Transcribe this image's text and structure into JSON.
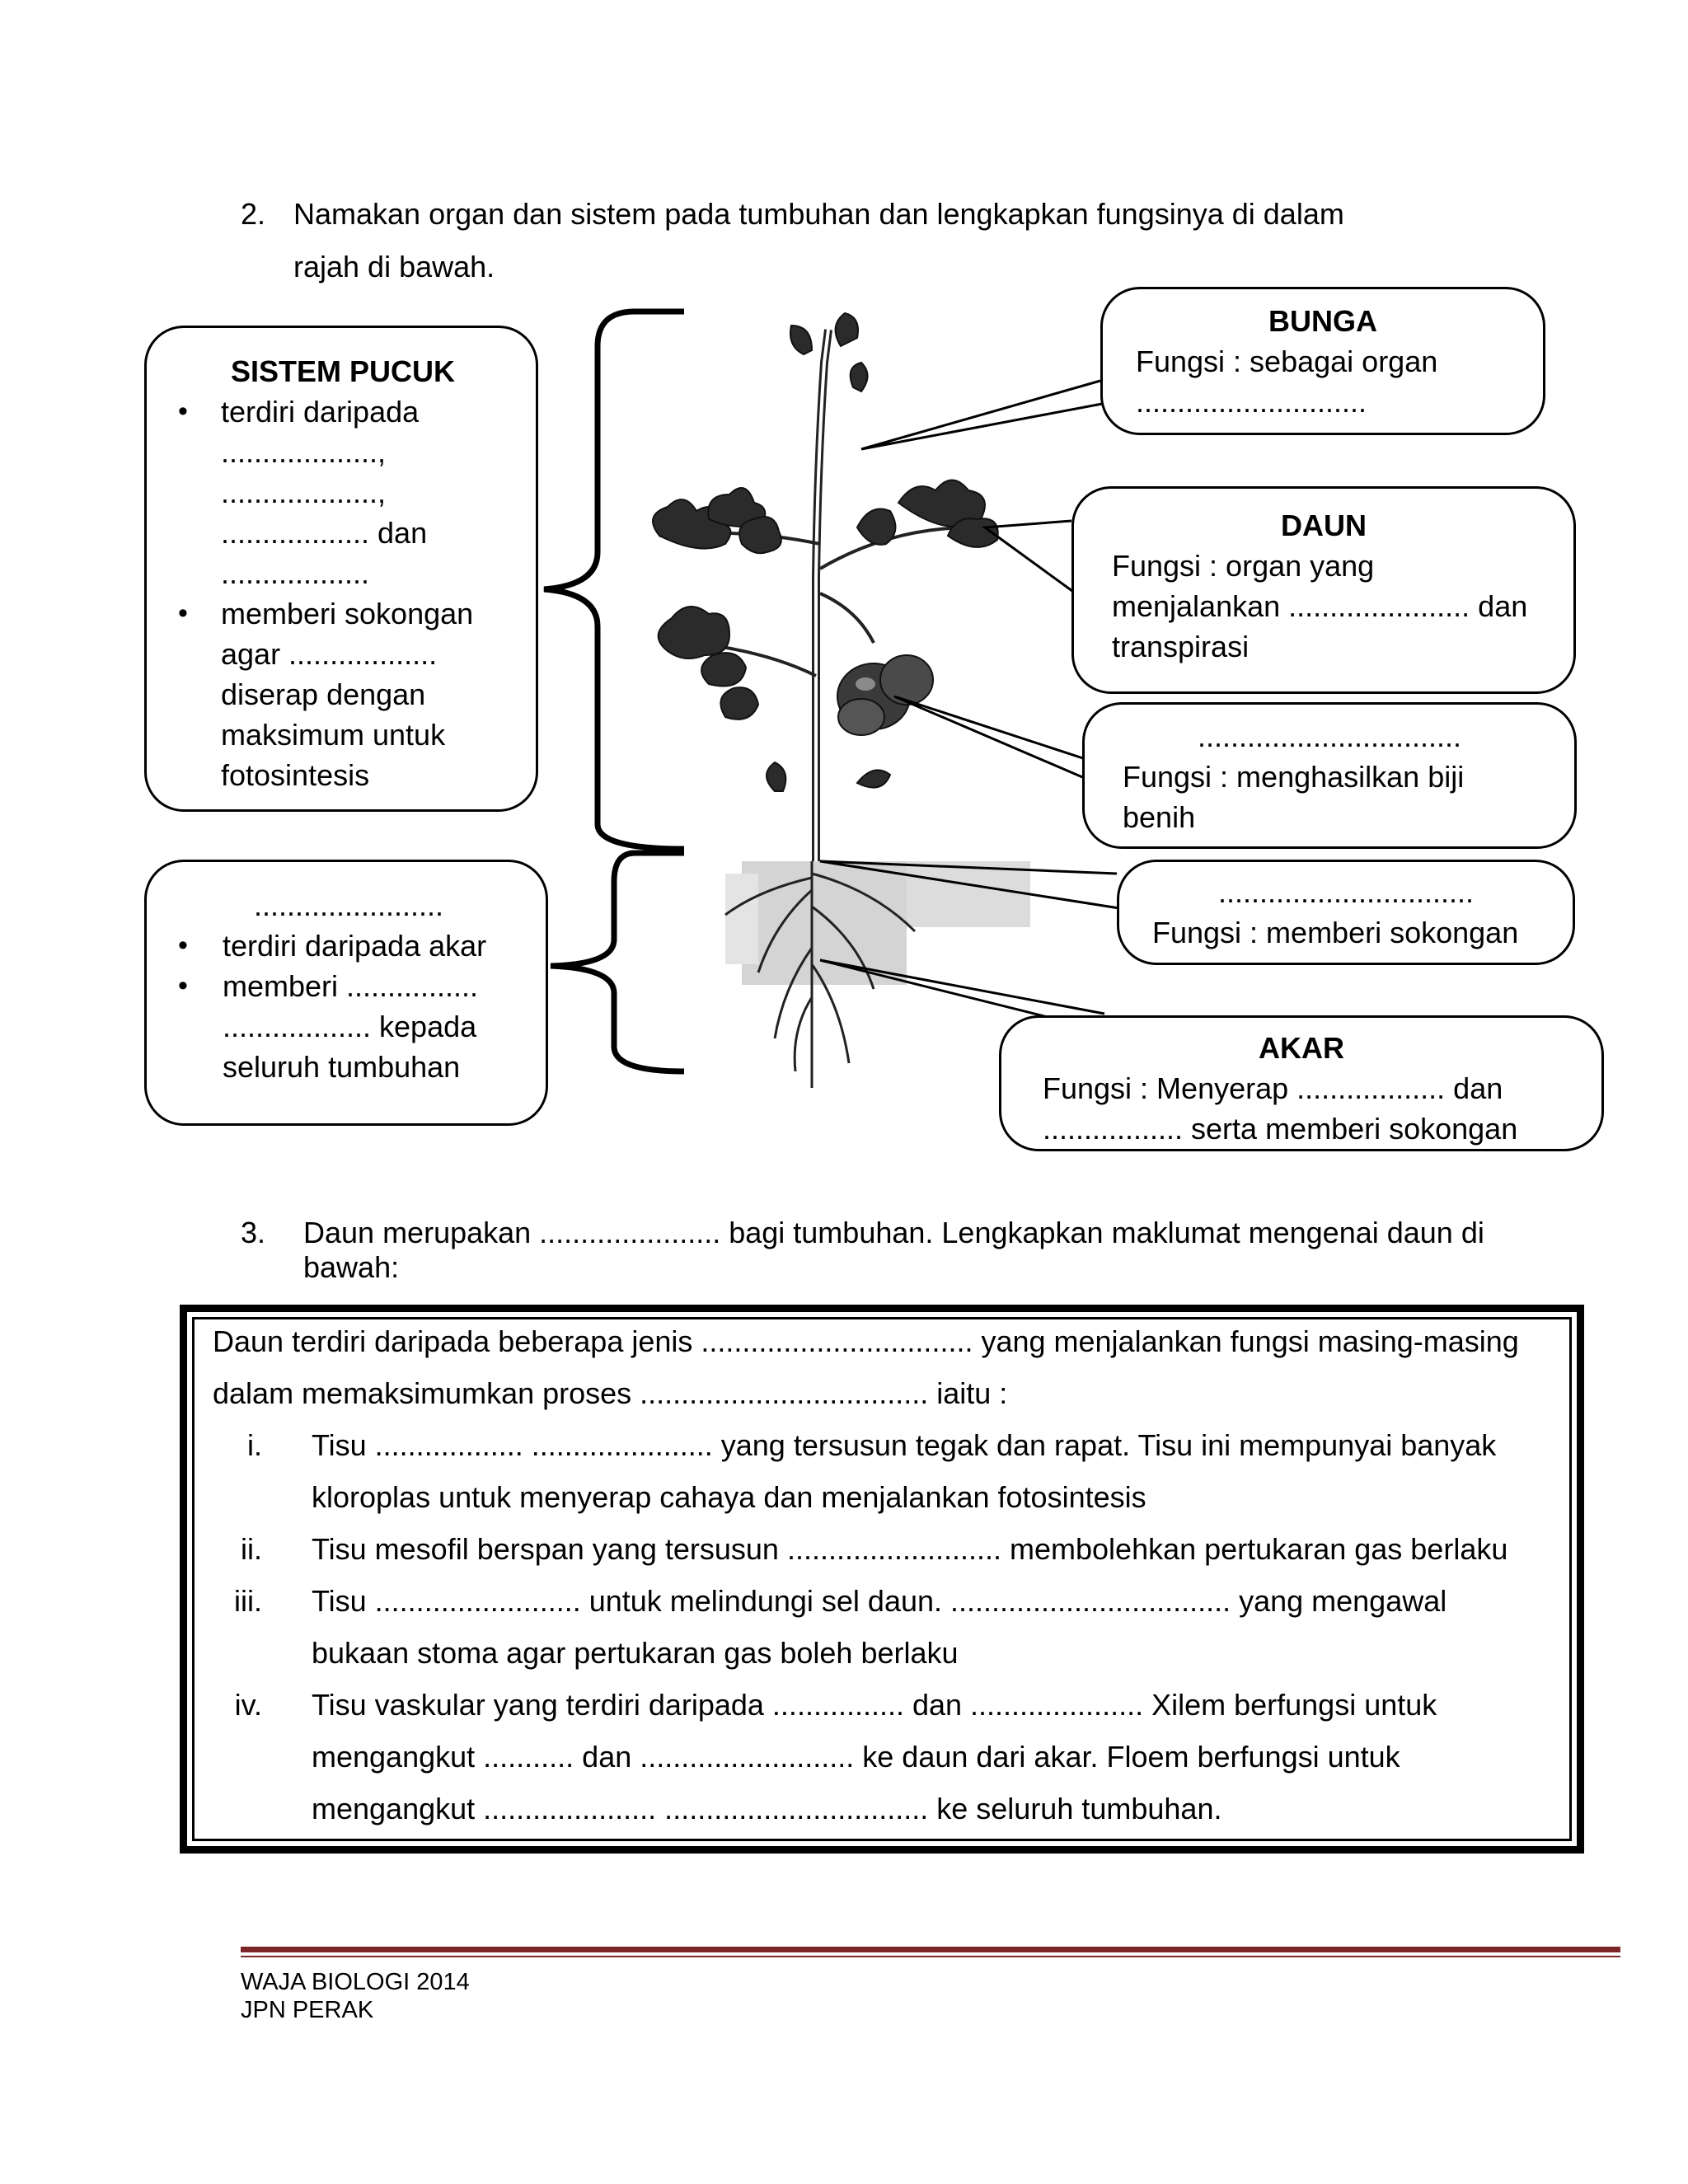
{
  "q2": {
    "number": "2.",
    "line1": "Namakan organ dan sistem pada tumbuhan dan lengkapkan fungsinya di dalam",
    "line2": "rajah di bawah."
  },
  "shoot_box": {
    "title": "SISTEM PUCUK",
    "b1": [
      "terdiri daripada",
      "...................,",
      "...................,",
      ".................. dan",
      ".................."
    ],
    "b2": [
      "memberi sokongan",
      "agar ..................",
      "diserap dengan",
      "maksimum untuk",
      "fotosintesis"
    ]
  },
  "root_sys_box": {
    "title": ".......................",
    "b1": [
      "terdiri daripada akar"
    ],
    "b2": [
      "memberi ................",
      ".................. kepada",
      "seluruh tumbuhan"
    ]
  },
  "flower_box": {
    "title": "BUNGA",
    "l1": "Fungsi : sebagai organ",
    "l2": "............................"
  },
  "leaf_box": {
    "title": "DAUN",
    "l1": "Fungsi : organ yang",
    "l2": "menjalankan ...................... dan",
    "l3": "transpirasi"
  },
  "fruit_box": {
    "title": "................................",
    "l1": "Fungsi : menghasilkan biji",
    "l2": "benih"
  },
  "stem_box": {
    "title": "...............................",
    "l1": "Fungsi : memberi sokongan"
  },
  "root_box": {
    "title": "AKAR",
    "l1": "Fungsi : Menyerap .................. dan",
    "l2": "................. serta memberi sokongan"
  },
  "q3": {
    "number": "3.",
    "line1": "Daun merupakan ......................  bagi tumbuhan. Lengkapkan maklumat mengenai daun di",
    "line2": "bawah:"
  },
  "leaf_info": {
    "intro1": "Daun terdiri daripada beberapa jenis ................................. yang menjalankan fungsi masing-masing",
    "intro2": "dalam memaksimumkan proses ................................... iaitu :",
    "items": [
      {
        "n": "i.",
        "l1": "Tisu .................. ...................... yang tersusun tegak dan rapat. Tisu ini mempunyai banyak",
        "l2": "kloroplas untuk menyerap cahaya dan menjalankan fotosintesis"
      },
      {
        "n": "ii.",
        "l1": "Tisu mesofil berspan yang tersusun .......................... membolehkan pertukaran gas berlaku",
        "l2": ""
      },
      {
        "n": "iii.",
        "l1": "Tisu ......................... untuk melindungi sel daun. .................................. yang mengawal",
        "l2": "bukaan stoma agar pertukaran gas boleh berlaku"
      },
      {
        "n": "iv.",
        "l1": "Tisu vaskular yang terdiri daripada ................ dan ..................... Xilem berfungsi untuk",
        "l2": "mengangkut ........... dan .......................... ke daun dari akar. Floem berfungsi untuk",
        "l3": "mengangkut ..................... ................................ ke seluruh tumbuhan."
      }
    ]
  },
  "footer": {
    "line1": "WAJA BIOLOGI 2014",
    "line2": "JPN PERAK"
  },
  "colors": {
    "footer_rule": "#7a2628",
    "leaf": "#2b2b2b"
  },
  "icons": [
    "tomato-plant-illustration"
  ]
}
